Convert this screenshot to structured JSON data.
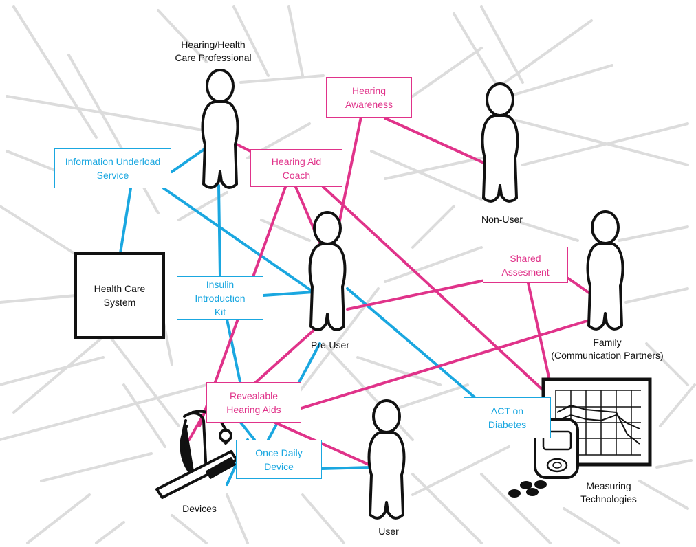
{
  "colors": {
    "pink": "#e0338a",
    "blue": "#1aa7e0",
    "grey": "#dcdcdc",
    "black": "#111111"
  },
  "actors": {
    "professional": "Hearing/Health\nCare Professional",
    "non_user": "Non-User",
    "pre_user": "Pre-User",
    "family": "Family\n(Communication Partners)",
    "user": "User",
    "devices": "Devices",
    "measuring": "Measuring\nTechnologies"
  },
  "boxes": {
    "hearing_awareness": "Hearing\nAwareness",
    "hearing_aid_coach": "Hearing Aid\nCoach",
    "info_underload": "Information Underload\nService",
    "health_care_system": "Health Care\nSystem",
    "insulin_kit": "Insulin\nIntroduction\nKit",
    "shared_assesment": "Shared\nAssesment",
    "revealable_aids": "Revealable\nHearing Aids",
    "act_on_diabetes": "ACT on\nDiabetes",
    "once_daily": "Once Daily\nDevice"
  },
  "icons": {
    "person": "person-silhouette-icon",
    "devices": "stethoscope-syringe-icon",
    "measuring": "glucose-meter-chart-icon"
  }
}
